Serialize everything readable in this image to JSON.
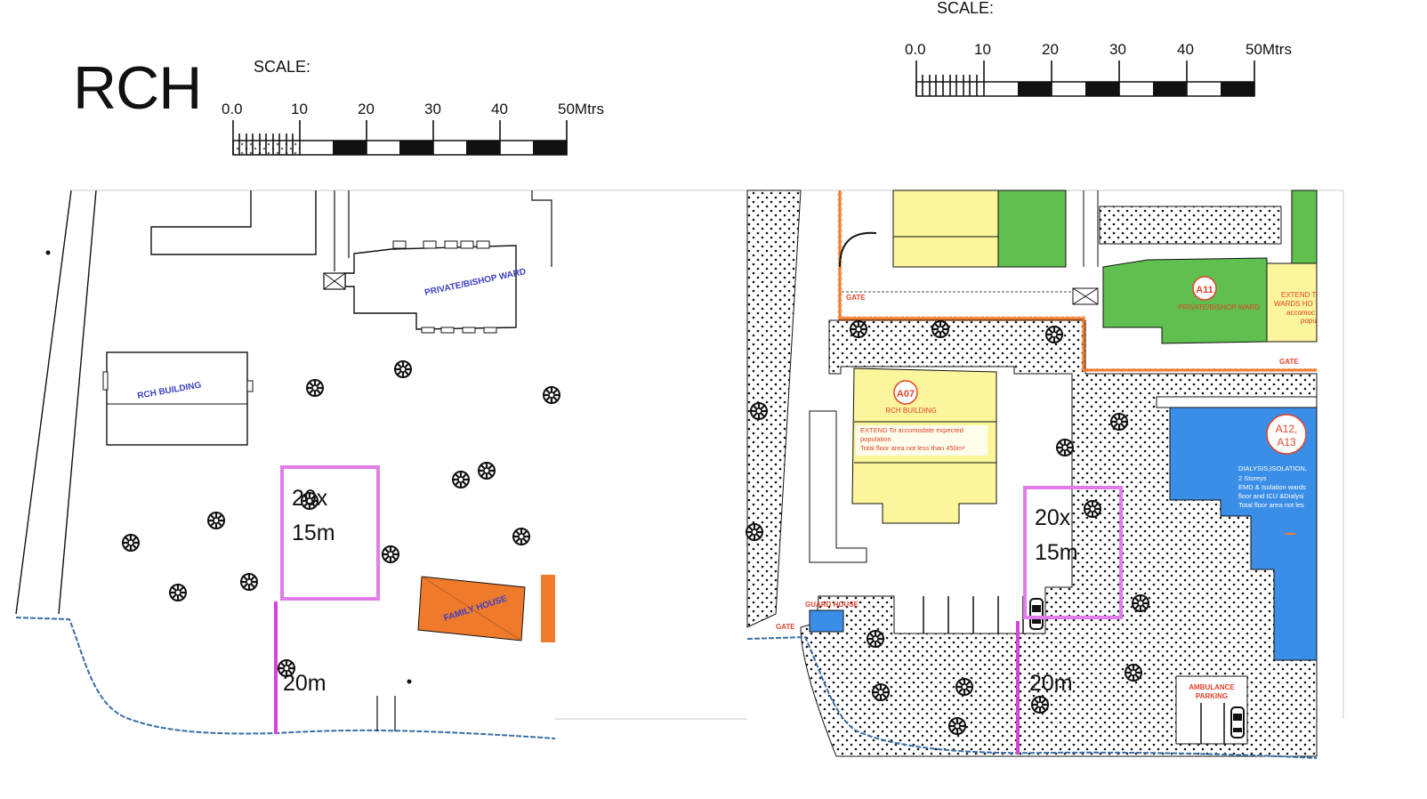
{
  "slide_title": "RCH",
  "scale_label": "SCALE:",
  "scale_ticks": [
    "0.0",
    "10",
    "20",
    "30",
    "40",
    "50Mtrs"
  ],
  "left_plan": {
    "labels": {
      "private_ward": "PRIVATE/BISHOP WARD",
      "rch_building": "RCH BUILDING",
      "family_house": "FAMILY HOUSE"
    },
    "proposal_box_line1": "20x",
    "proposal_box_line2": "15m",
    "distance": "20m"
  },
  "right_plan": {
    "labels": {
      "gate_top": "GATE",
      "gate_right": "GATE",
      "gate_bottom": "GATE",
      "a11_tag": "A11",
      "a11_name": "PRIVATE/BISHOP WARD",
      "extend_a11_l1": "EXTEND T",
      "extend_a11_l2": "WARDS HO",
      "extend_a11_l3": "accomoc",
      "extend_a11_l4": "popu",
      "a07_tag": "A07",
      "a07_name": "RCH BUILDING",
      "a07_note_l1": "EXTEND To accomodate expected",
      "a07_note_l2": "population",
      "a07_note_l3": "Total floor area not less than 450m²",
      "a12_tag_l1": "A12,",
      "a12_tag_l2": "A13",
      "a12_note_l1": "DIALYSIS,ISOLATION,",
      "a12_note_l2": "2 Storeys",
      "a12_note_l3": "EMD & Isolation wards",
      "a12_note_l4": "floor and ICU &Dialysi",
      "a12_note_l5": "Total floor area not les",
      "guard_house": "GUARD HOUSE",
      "ambulance_l1": "AMBULANCE",
      "ambulance_l2": "PARKING"
    },
    "proposal_box_line1": "20x",
    "proposal_box_line2": "15m",
    "distance": "20m"
  },
  "colors": {
    "proposal_magenta": "#e27ce8",
    "distance_line": "#d445d8",
    "family_house_orange": "#ef7a2c",
    "yellow_building": "#fbf59b",
    "green_building": "#5fbf4f",
    "blue_building": "#3a8ee8",
    "site_boundary_orange": "#ef7a2c",
    "boundary_blue": "#3a6ea5",
    "label_blue": "#3b3fc4",
    "label_red": "#e3432b"
  }
}
